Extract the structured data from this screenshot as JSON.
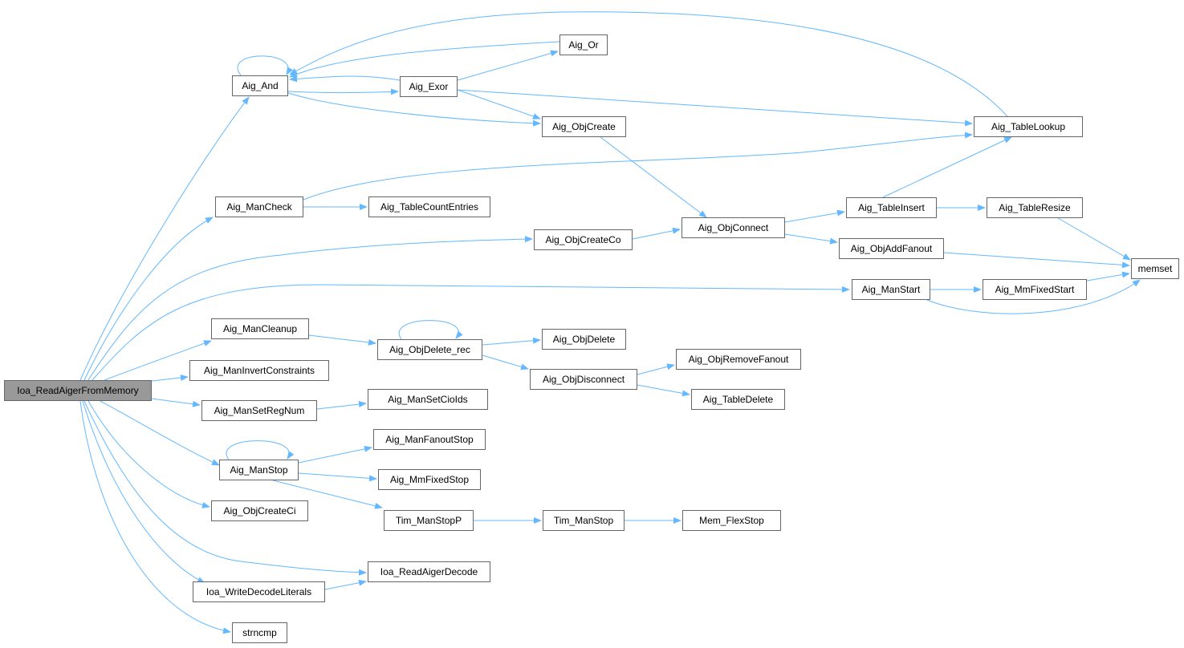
{
  "graph": {
    "root": "Ioa_ReadAigerFromMemory",
    "nodes": {
      "aig_and": "Aig_And",
      "aig_or": "Aig_Or",
      "aig_exor": "Aig_Exor",
      "aig_objcreate": "Aig_ObjCreate",
      "aig_tablelookup": "Aig_TableLookup",
      "aig_mancheck": "Aig_ManCheck",
      "aig_tablecountentries": "Aig_TableCountEntries",
      "aig_objcreateco": "Aig_ObjCreateCo",
      "aig_objconnect": "Aig_ObjConnect",
      "aig_tableinsert": "Aig_TableInsert",
      "aig_tableresize": "Aig_TableResize",
      "aig_objaddfanout": "Aig_ObjAddFanout",
      "memset": "memset",
      "aig_manstart": "Aig_ManStart",
      "aig_mmfixedstart": "Aig_MmFixedStart",
      "aig_mancleanup": "Aig_ManCleanup",
      "aig_objdelete_rec": "Aig_ObjDelete_rec",
      "aig_objdelete": "Aig_ObjDelete",
      "aig_objdisconnect": "Aig_ObjDisconnect",
      "aig_objremovefanout": "Aig_ObjRemoveFanout",
      "aig_tabledelete": "Aig_TableDelete",
      "aig_maninvertconstraints": "Aig_ManInvertConstraints",
      "aig_mansetregnum": "Aig_ManSetRegNum",
      "aig_mansetcioids": "Aig_ManSetCioIds",
      "aig_manfanoutstop": "Aig_ManFanoutStop",
      "aig_manstop": "Aig_ManStop",
      "aig_mmfixedstop": "Aig_MmFixedStop",
      "tim_manstopp": "Tim_ManStopP",
      "tim_manstop": "Tim_ManStop",
      "mem_flexstop": "Mem_FlexStop",
      "aig_objcreateci": "Aig_ObjCreateCi",
      "ioa_readaigerdecode": "Ioa_ReadAigerDecode",
      "ioa_writedecodeliterals": "Ioa_WriteDecodeLiterals",
      "strncmp": "strncmp"
    },
    "colors": {
      "edge": "#63b8ff",
      "root_fill": "#999999",
      "border": "#666666"
    }
  }
}
